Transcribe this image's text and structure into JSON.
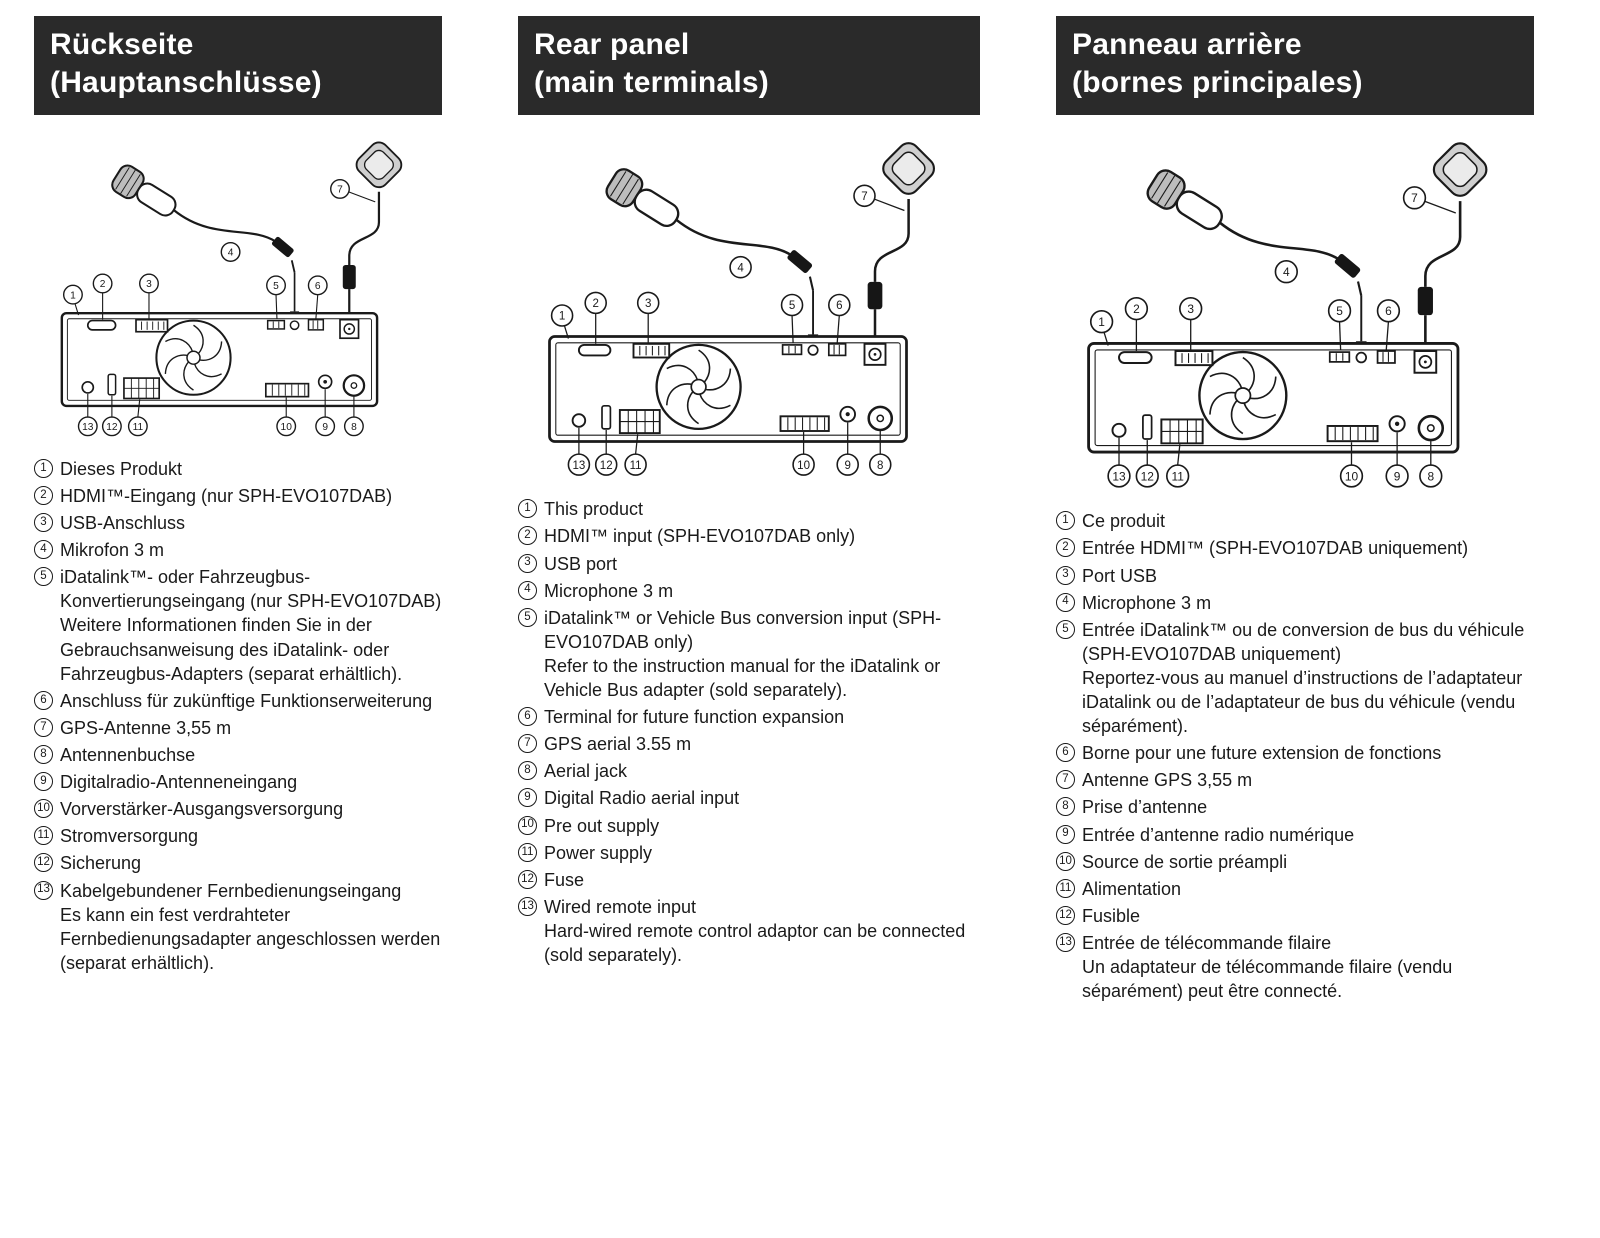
{
  "colors": {
    "header_bg": "#2a2a2a",
    "header_text": "#ffffff",
    "body_text": "#1a1a1a"
  },
  "diagram": {
    "callouts": [
      "1",
      "2",
      "3",
      "4",
      "5",
      "6",
      "7",
      "8",
      "9",
      "10",
      "11",
      "12",
      "13"
    ]
  },
  "columns": [
    {
      "id": "german",
      "title_line1": "Rückseite",
      "title_line2": "(Hauptanschlüsse)",
      "items": [
        {
          "num": "1",
          "text": "Dieses Produkt"
        },
        {
          "num": "2",
          "text": "HDMI™-Eingang (nur SPH-EVO107DAB)"
        },
        {
          "num": "3",
          "text": "USB-Anschluss"
        },
        {
          "num": "4",
          "text": "Mikrofon 3 m"
        },
        {
          "num": "5",
          "text": "iDatalink™- oder Fahrzeugbus-Konvertierungseingang (nur SPH-EVO107DAB)",
          "note": "Weitere Informationen finden Sie in der Gebrauchsanweisung des iDatalink- oder Fahrzeugbus-Adapters (separat erhältlich)."
        },
        {
          "num": "6",
          "text": "Anschluss für zukünftige Funktionserweiterung"
        },
        {
          "num": "7",
          "text": "GPS-Antenne 3,55 m"
        },
        {
          "num": "8",
          "text": "Antennenbuchse"
        },
        {
          "num": "9",
          "text": "Digitalradio-Antenneneingang"
        },
        {
          "num": "10",
          "text": "Vorverstärker-Ausgangsversorgung"
        },
        {
          "num": "11",
          "text": "Stromversorgung"
        },
        {
          "num": "12",
          "text": "Sicherung"
        },
        {
          "num": "13",
          "text": "Kabelgebundener Fernbedienungseingang",
          "note": "Es kann ein fest verdrahteter Fernbedienungsadapter angeschlossen werden (separat erhältlich)."
        }
      ]
    },
    {
      "id": "english",
      "title_line1": "Rear panel",
      "title_line2": "(main terminals)",
      "items": [
        {
          "num": "1",
          "text": "This product"
        },
        {
          "num": "2",
          "text": "HDMI™ input (SPH-EVO107DAB only)"
        },
        {
          "num": "3",
          "text": "USB port"
        },
        {
          "num": "4",
          "text": "Microphone 3 m"
        },
        {
          "num": "5",
          "text": "iDatalink™ or Vehicle Bus conversion input (SPH-EVO107DAB only)",
          "note": "Refer to the instruction manual for the iDatalink or Vehicle Bus adapter (sold separately)."
        },
        {
          "num": "6",
          "text": "Terminal for future function expansion"
        },
        {
          "num": "7",
          "text": "GPS aerial 3.55 m"
        },
        {
          "num": "8",
          "text": "Aerial jack"
        },
        {
          "num": "9",
          "text": "Digital Radio aerial input"
        },
        {
          "num": "10",
          "text": "Pre out supply"
        },
        {
          "num": "11",
          "text": "Power supply"
        },
        {
          "num": "12",
          "text": "Fuse"
        },
        {
          "num": "13",
          "text": "Wired remote input",
          "note": "Hard-wired remote control adaptor can be connected (sold separately)."
        }
      ]
    },
    {
      "id": "french",
      "title_line1": "Panneau arrière",
      "title_line2": "(bornes principales)",
      "items": [
        {
          "num": "1",
          "text": "Ce produit"
        },
        {
          "num": "2",
          "text": "Entrée HDMI™ (SPH-EVO107DAB uniquement)"
        },
        {
          "num": "3",
          "text": "Port USB"
        },
        {
          "num": "4",
          "text": "Microphone 3 m"
        },
        {
          "num": "5",
          "text": "Entrée iDatalink™ ou de conversion de bus du véhicule (SPH-EVO107DAB uniquement)",
          "note": "Reportez-vous au manuel d’instructions de l’adaptateur iDatalink ou de l’adaptateur de bus du véhicule (vendu séparément)."
        },
        {
          "num": "6",
          "text": "Borne pour une future extension de fonctions"
        },
        {
          "num": "7",
          "text": "Antenne GPS 3,55 m"
        },
        {
          "num": "8",
          "text": "Prise d’antenne"
        },
        {
          "num": "9",
          "text": "Entrée d’antenne radio numérique"
        },
        {
          "num": "10",
          "text": "Source de sortie préampli"
        },
        {
          "num": "11",
          "text": "Alimentation"
        },
        {
          "num": "12",
          "text": "Fusible"
        },
        {
          "num": "13",
          "text": "Entrée de télécommande filaire",
          "note": "Un adaptateur de télécommande filaire (vendu séparément) peut être connecté."
        }
      ]
    }
  ]
}
